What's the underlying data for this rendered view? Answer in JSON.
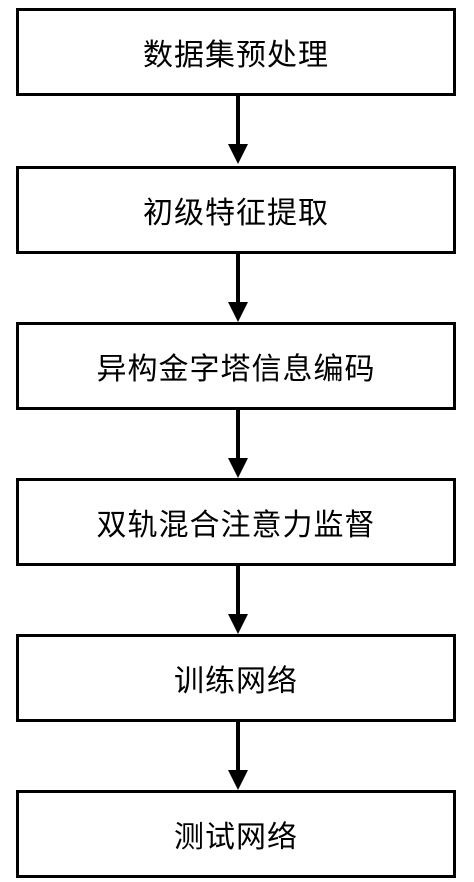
{
  "steps": [
    {
      "label": "数据集预处理"
    },
    {
      "label": "初级特征提取"
    },
    {
      "label": "异构金字塔信息编码"
    },
    {
      "label": "双轨混合注意力监督"
    },
    {
      "label": "训练网络"
    },
    {
      "label": "测试网络"
    }
  ],
  "colors": {
    "stroke": "#000000",
    "background": "#ffffff"
  }
}
